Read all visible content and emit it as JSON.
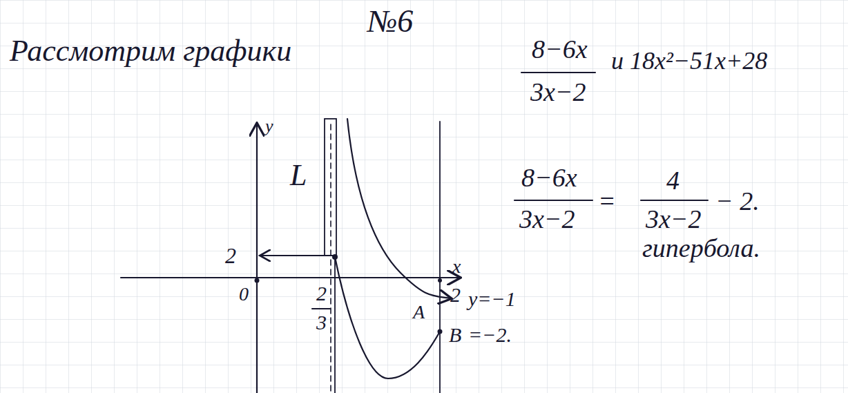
{
  "diagram": {
    "labels": [
      "№6",
      "Рассмотрим графики",
      "8−6x",
      "3x−2",
      "и 18x²−51x+28",
      "8−6x",
      "3x−2",
      "=",
      "4",
      "3x−2",
      "− 2.",
      "гипербола.",
      "y",
      "x",
      "L",
      "2",
      "0",
      "2",
      "3",
      "A",
      "2",
      "y=−1",
      "B",
      "=−2."
    ]
  }
}
